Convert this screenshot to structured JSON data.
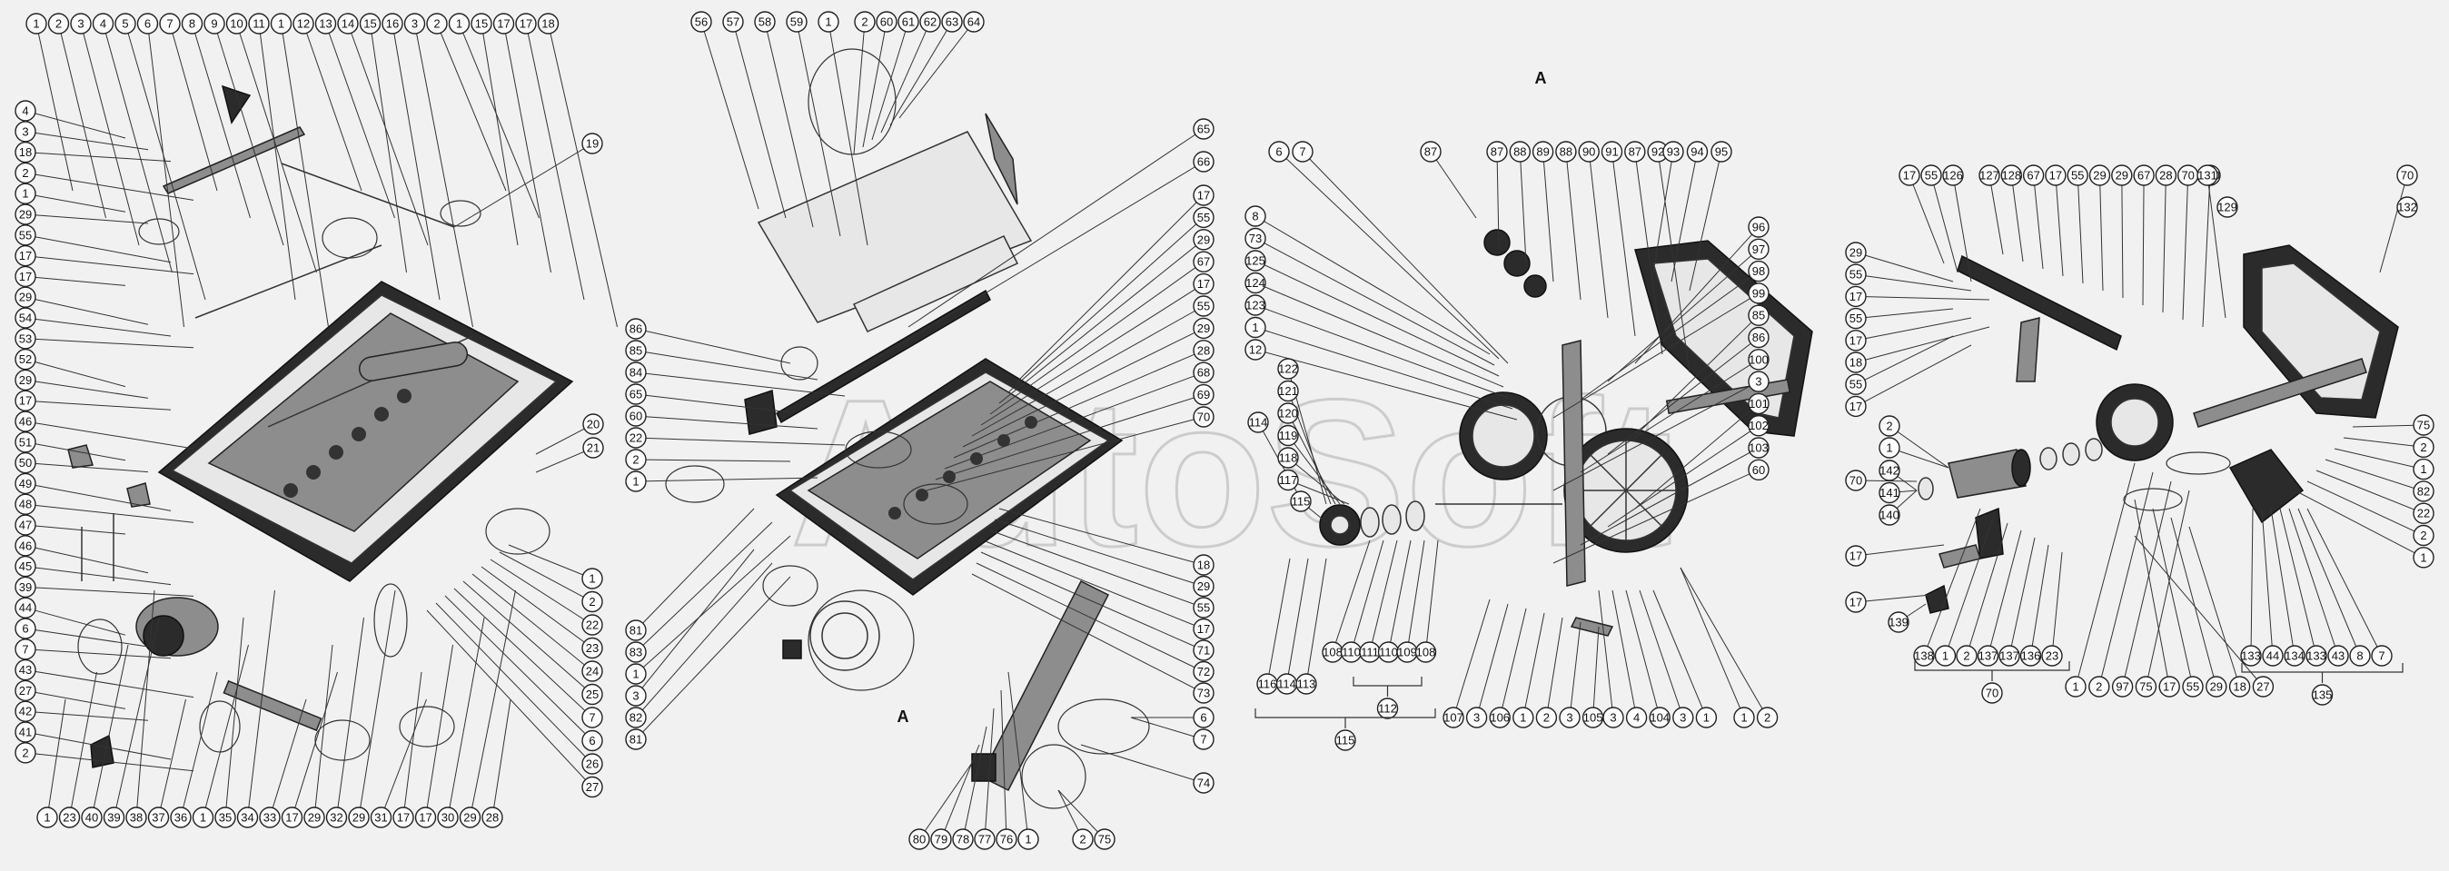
{
  "watermark": "AutoSoft",
  "view_label_top": "A",
  "view_label_bottom": "A",
  "diagrams": [
    {
      "name": "hopper-assembly",
      "callouts_top": [
        "1",
        "2",
        "3",
        "4",
        "5",
        "6",
        "7",
        "8",
        "9",
        "10",
        "11",
        "1",
        "12",
        "13",
        "14",
        "15",
        "16",
        "3",
        "2",
        "1",
        "15",
        "17",
        "17",
        "18"
      ],
      "callouts_left": [
        "4",
        "3",
        "18",
        "2",
        "1",
        "29",
        "55",
        "17",
        "17",
        "29",
        "54",
        "53",
        "52",
        "29",
        "17",
        "46",
        "51",
        "50",
        "49",
        "48",
        "47",
        "46",
        "45",
        "39",
        "44",
        "6",
        "7",
        "43",
        "27",
        "42",
        "41",
        "2"
      ],
      "callouts_bottom": [
        "1",
        "23",
        "40",
        "39",
        "38",
        "37",
        "36",
        "1",
        "35",
        "34",
        "33",
        "17",
        "29",
        "32",
        "29",
        "31",
        "17",
        "17",
        "30",
        "29",
        "28"
      ],
      "callouts_right": [
        "19",
        "20",
        "21",
        "1",
        "2",
        "22",
        "23",
        "24",
        "25",
        "7",
        "6",
        "26",
        "27"
      ]
    },
    {
      "name": "auger-assembly",
      "callouts_top": [
        "56",
        "57",
        "58",
        "59",
        "1",
        "2",
        "60",
        "61",
        "62",
        "63",
        "64"
      ],
      "callouts_left": [
        "86",
        "85",
        "84",
        "65",
        "60",
        "22",
        "2",
        "1",
        "81",
        "83",
        "1",
        "3",
        "82",
        "81"
      ],
      "callouts_right": [
        "65",
        "66",
        "17",
        "55",
        "29",
        "67",
        "17",
        "55",
        "29",
        "28",
        "68",
        "69",
        "70",
        "18",
        "29",
        "55",
        "17",
        "71",
        "72",
        "73",
        "6",
        "7",
        "74"
      ],
      "callouts_bottom": [
        "80",
        "79",
        "78",
        "77",
        "76",
        "1",
        "2",
        "75"
      ]
    },
    {
      "name": "drive-assembly-view-a",
      "callouts_top": [
        "6",
        "7",
        "87",
        "87",
        "88",
        "89",
        "88",
        "90",
        "91",
        "87",
        "92",
        "93",
        "94",
        "95"
      ],
      "callouts_left": [
        "8",
        "73",
        "125",
        "124",
        "123",
        "1",
        "12",
        "114",
        "115"
      ],
      "callouts_inner": [
        "122",
        "121",
        "120",
        "119",
        "118",
        "117"
      ],
      "callouts_right": [
        "96",
        "97",
        "98",
        "99",
        "85",
        "86",
        "100",
        "3",
        "101",
        "102",
        "103",
        "60"
      ],
      "callouts_bottom": [
        "116",
        "114",
        "113",
        "108",
        "110",
        "111",
        "110",
        "109",
        "108",
        "107",
        "3",
        "106",
        "1",
        "2",
        "3",
        "105",
        "3",
        "4",
        "104",
        "3",
        "1",
        "1",
        "2"
      ],
      "group_labels": [
        "112",
        "115"
      ]
    },
    {
      "name": "shaft-assembly",
      "callouts_top": [
        "17",
        "55",
        "126",
        "127",
        "128",
        "67",
        "17",
        "55",
        "29",
        "29",
        "67",
        "28",
        "70",
        "130",
        "131",
        "70"
      ],
      "callouts_left": [
        "29",
        "55",
        "17",
        "55",
        "17",
        "18",
        "55",
        "17",
        "70",
        "17",
        "17"
      ],
      "callouts_inner": [
        "2",
        "1",
        "142",
        "141",
        "140",
        "139",
        "129",
        "132"
      ],
      "callouts_right": [
        "75",
        "2",
        "1",
        "82",
        "22",
        "2",
        "1"
      ],
      "callouts_bottom": [
        "138",
        "1",
        "2",
        "137",
        "137",
        "136",
        "23",
        "1",
        "2",
        "97",
        "75",
        "17",
        "55",
        "29",
        "18",
        "27",
        "133",
        "44",
        "134",
        "133",
        "43",
        "8",
        "7"
      ],
      "group_labels": [
        "70",
        "135"
      ]
    }
  ]
}
